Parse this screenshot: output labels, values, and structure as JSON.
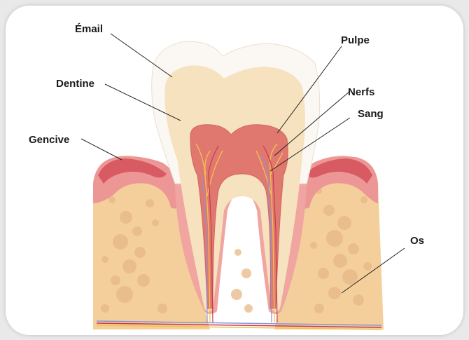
{
  "labels": {
    "email": "Émail",
    "dentine": "Dentine",
    "gencive": "Gencive",
    "pulpe": "Pulpe",
    "nerfs": "Nerfs",
    "sang": "Sang",
    "os": "Os"
  },
  "colors": {
    "background": "#ffffff",
    "enamel": "#fbf7f2",
    "dentine": "#f6e2bf",
    "pulp": "#e0786f",
    "gum": "#ec9696",
    "bone": "#f4cf9c",
    "nerve": "#f2c14e",
    "blood": "#8a94d8"
  }
}
